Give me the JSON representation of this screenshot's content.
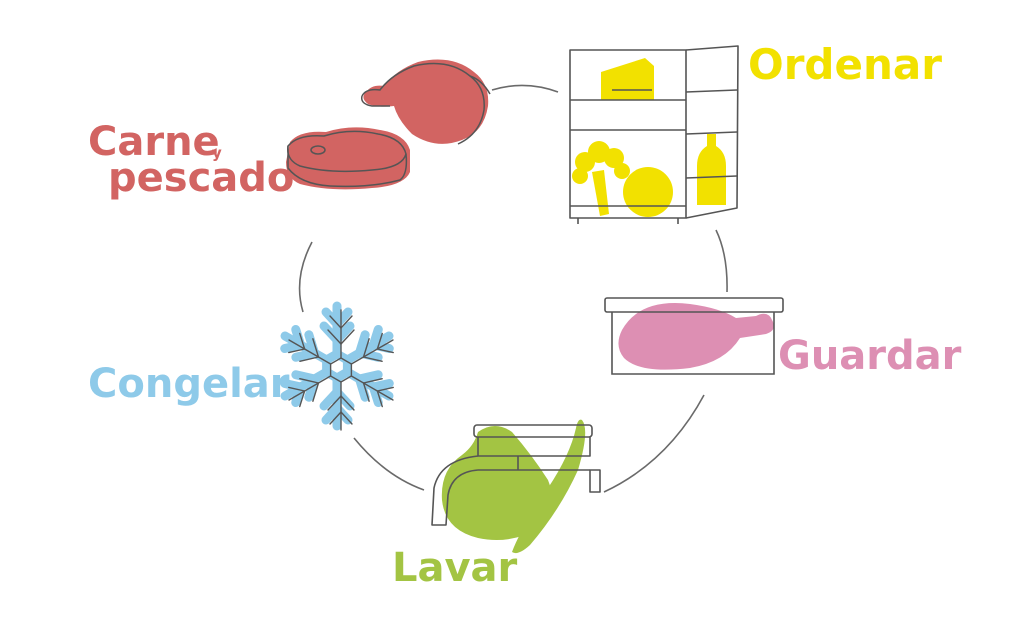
{
  "steps": {
    "ordenar": {
      "label": "Ordenar",
      "color": "#f2e100",
      "icon": "refrigerator-icon"
    },
    "guardar": {
      "label": "Guardar",
      "color": "#dd8fb3",
      "icon": "food-container-icon"
    },
    "lavar": {
      "label": "Lavar",
      "color": "#a3c443",
      "icon": "faucet-icon"
    },
    "congelar": {
      "label": "Congelar",
      "color": "#8ecae9",
      "icon": "snowflake-icon"
    },
    "carne": {
      "label_line1": "Carne",
      "connector": "y",
      "label_line2": "pescado",
      "color": "#d26462",
      "icon": "meat-icon"
    }
  },
  "outline_color": "#555555"
}
